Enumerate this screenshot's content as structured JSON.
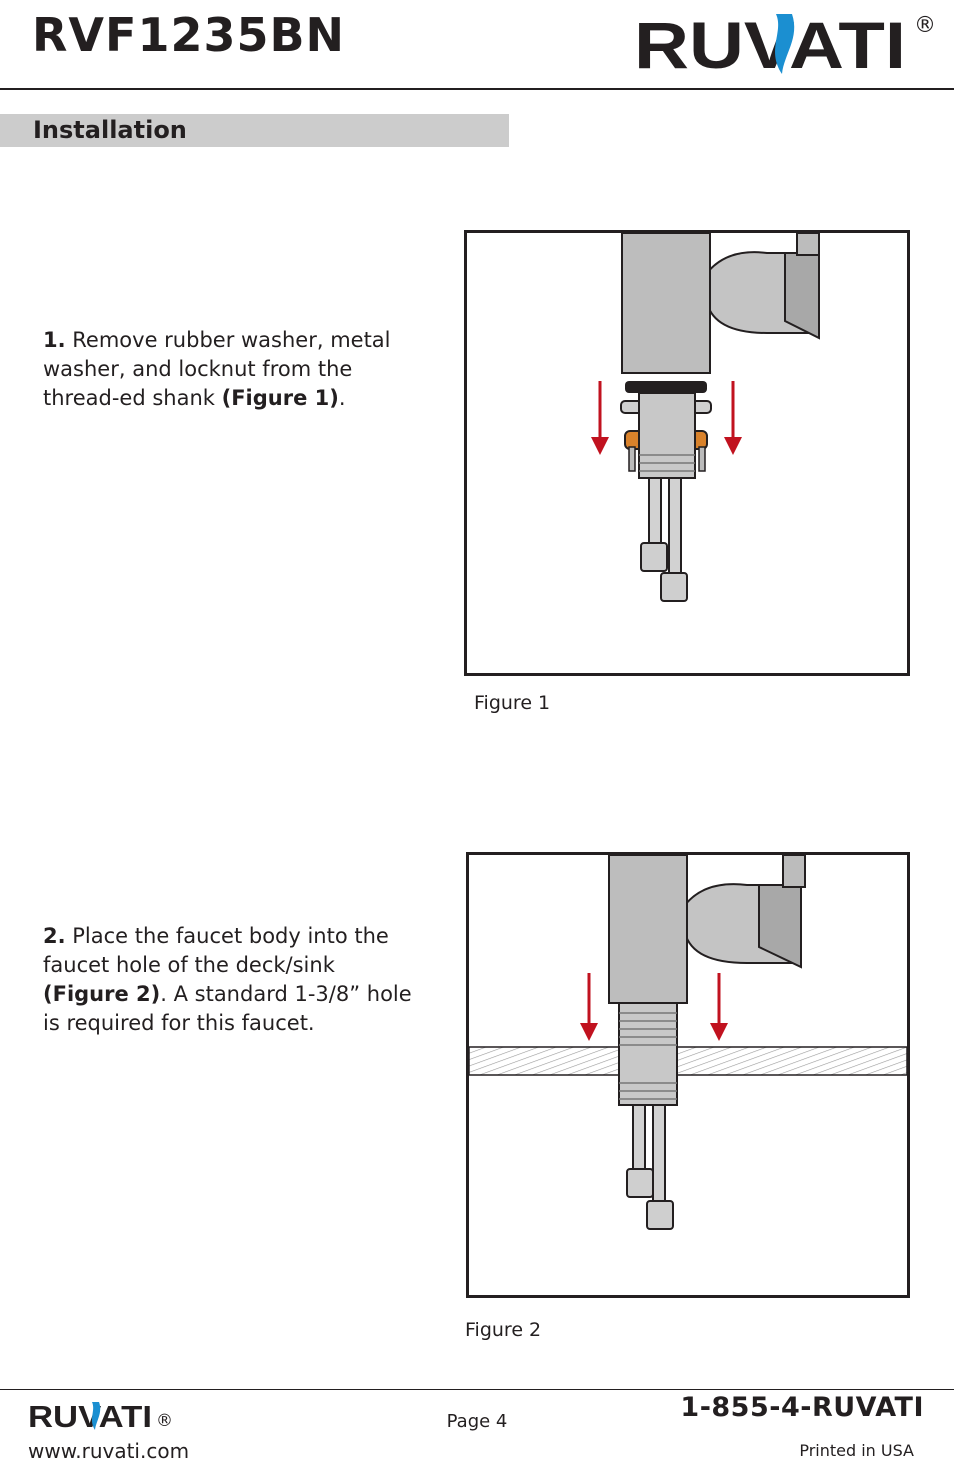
{
  "header": {
    "model": "RVF1235BN",
    "brand": "RUVATI",
    "registered": "®"
  },
  "section": {
    "title": "Installation"
  },
  "steps": [
    {
      "number": "1.",
      "text_before": " Remove rubber washer, metal washer, and locknut from the thread-ed shank ",
      "bold_ref": "(Figure 1)",
      "text_after": "."
    },
    {
      "number": "2.",
      "text_before": " Place the faucet body into the faucet hole of the deck/sink ",
      "bold_ref": "(Figure 2)",
      "text_after": ". A standard 1-3/8” hole is required for this faucet."
    }
  ],
  "figures": [
    {
      "caption": "Figure 1"
    },
    {
      "caption": "Figure 2"
    }
  ],
  "footer": {
    "brand": "RUVATI",
    "registered": "®",
    "page": "Page 4",
    "phone": "1-855-4-RUVATI",
    "website": "www.ruvati.com",
    "printed": "Printed in USA"
  },
  "colors": {
    "arrow": "#c1121f",
    "brand_wave": "#1b8fd1",
    "metal": "#b9b9b9",
    "locknut": "#d9822b",
    "section_bar": "#cccccc"
  }
}
